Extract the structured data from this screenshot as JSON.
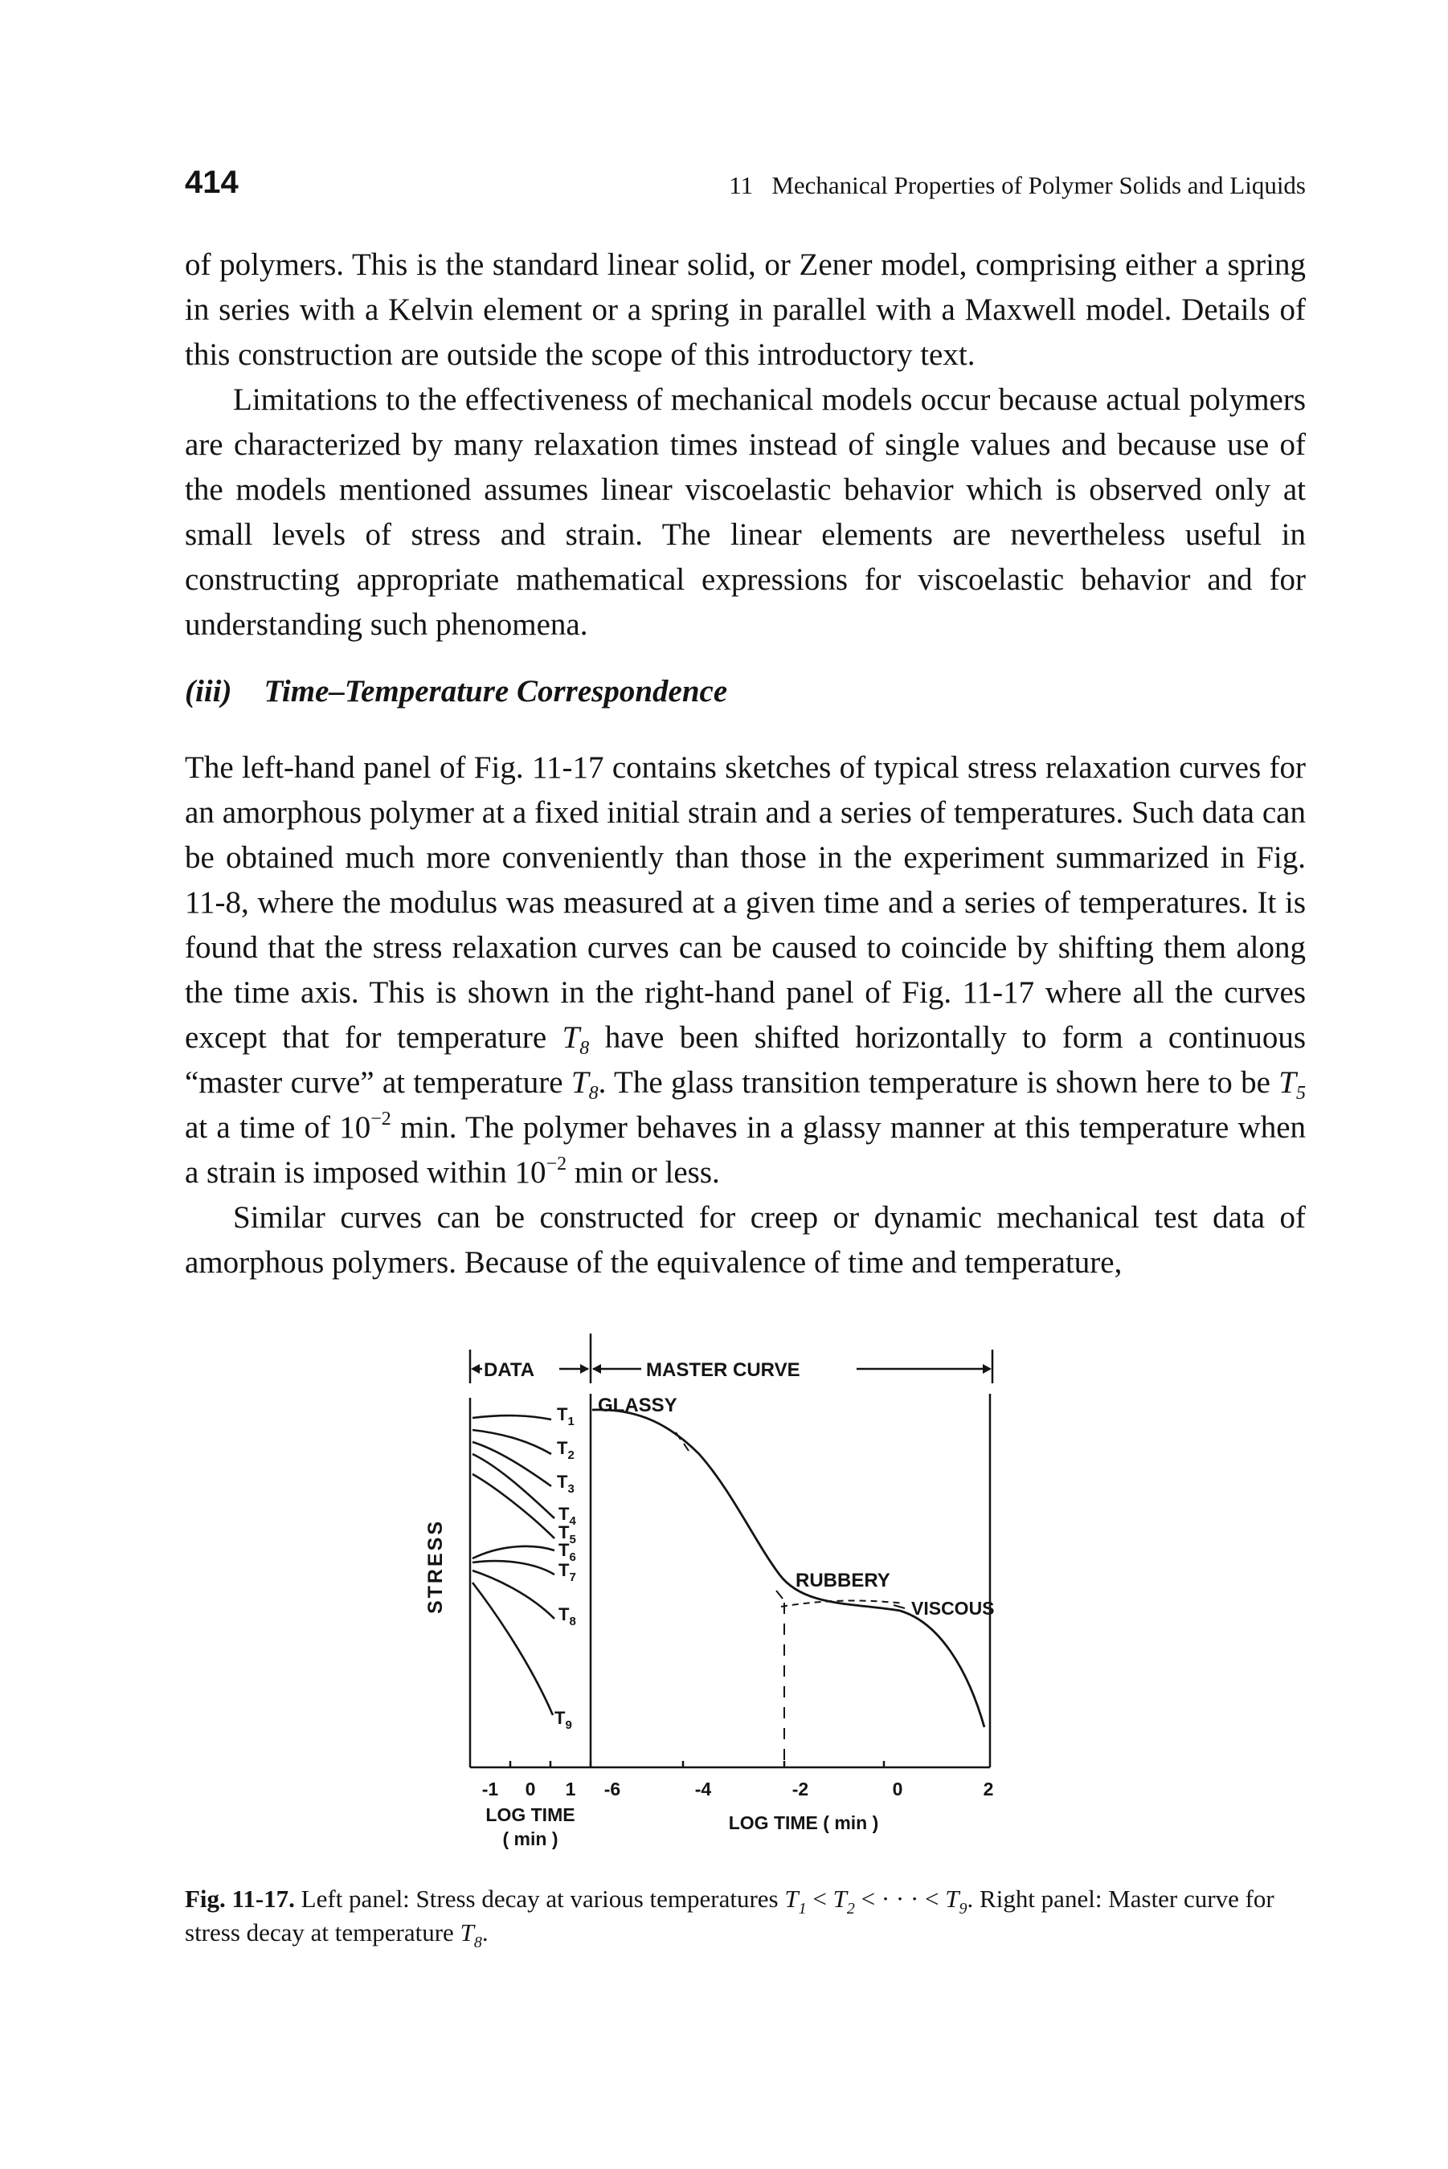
{
  "header": {
    "page_number": "414",
    "chapter_number": "11",
    "running_title": "Mechanical Properties of Polymer Solids and Liquids"
  },
  "paragraphs": [
    "of polymers. This is the standard linear solid, or Zener model, comprising either a spring in series with a Kelvin element or a spring in parallel with a Maxwell model. Details of this construction are outside the scope of this introductory text.",
    "Limitations to the effectiveness of mechanical models occur because actual polymers are characterized by many relaxation times instead of single values and because use of the models mentioned assumes linear viscoelastic behavior which is observed only at small levels of stress and strain. The linear elements are nevertheless useful in constructing appropriate mathematical expressions for viscoelastic behavior and for understanding such phenomena."
  ],
  "section": {
    "number": "(iii)",
    "title": "Time–Temperature Correspondence"
  },
  "para3": {
    "part1": "The left-hand panel of Fig. 11-17 contains sketches of typical stress relaxation curves for an amorphous polymer at a fixed initial strain and a series of temperatures. Such data can be obtained much more conveniently than those in the experiment summarized in Fig. 11-8, where the modulus was measured at a given time and a series of temperatures. It is found that the stress relaxation curves can be caused to coincide by shifting them along the time axis. This is shown in the right-hand panel of Fig. 11-17 where all the curves except that for temperature ",
    "t8_sym": "T",
    "t8_sub": "8",
    "part2": " have been shifted horizontally to form a continuous “master curve” at temperature ",
    "t8b_sym": "T",
    "t8b_sub": "8",
    "part3": ". The glass transition temperature is shown here to be ",
    "t5_sym": "T",
    "t5_sub": "5",
    "part4": " at a time of 10",
    "exp1": "−2",
    "part5": " min. The polymer behaves in a glassy manner at this temperature when a strain is imposed within 10",
    "exp2": "−2",
    "part6": " min or less."
  },
  "para4": "Similar curves can be constructed for creep or dynamic mechanical test data of amorphous polymers. Because of the equivalence of time and temperature,",
  "figure": {
    "data_label": "DATA",
    "master_label": "MASTER CURVE",
    "stress_label": "STRESS",
    "glassy_label": "GLASSY",
    "rubbery_label": "RUBBERY",
    "viscous_label": "VISCOUS",
    "curve_labels": [
      {
        "sym": "T",
        "sub": "1"
      },
      {
        "sym": "T",
        "sub": "2"
      },
      {
        "sym": "T",
        "sub": "3"
      },
      {
        "sym": "T",
        "sub": "4"
      },
      {
        "sym": "T",
        "sub": "5"
      },
      {
        "sym": "T",
        "sub": "6"
      },
      {
        "sym": "T",
        "sub": "7"
      },
      {
        "sym": "T",
        "sub": "8"
      },
      {
        "sym": "T",
        "sub": "9"
      }
    ],
    "left_ticks": [
      "-1",
      "0",
      "1"
    ],
    "right_ticks": [
      "-6",
      "-4",
      "-2",
      "0",
      "2"
    ],
    "left_xlabel_line1": "LOG TIME",
    "left_xlabel_line2": "( min )",
    "right_xlabel": "LOG TIME ( min )"
  },
  "caption": {
    "label": "Fig. 11-17.",
    "p1": " Left panel: Stress decay at various temperatures ",
    "t1_sym": "T",
    "t1_sub": "1",
    "lt1": " < ",
    "t2_sym": "T",
    "t2_sub": "2",
    "lt2": " < · · · < ",
    "t9_sym": "T",
    "t9_sub": "9",
    "p2": ". Right panel: Master curve for stress decay at temperature ",
    "t8_sym": "T",
    "t8_sub": "8",
    "p3": "."
  },
  "chart_data": {
    "type": "line",
    "panels": [
      {
        "name": "left",
        "xlabel": "LOG TIME ( min )",
        "ylabel": "STRESS",
        "xticks": [
          "-1",
          "0",
          "1"
        ],
        "series": [
          "T1",
          "T2",
          "T3",
          "T4",
          "T5",
          "T6",
          "T7",
          "T8",
          "T9"
        ]
      },
      {
        "name": "right",
        "xlabel": "LOG TIME ( min )",
        "xticks": [
          "-6",
          "-4",
          "-2",
          "0",
          "2"
        ],
        "regions": [
          "GLASSY",
          "RUBBERY",
          "VISCOUS"
        ]
      }
    ]
  }
}
